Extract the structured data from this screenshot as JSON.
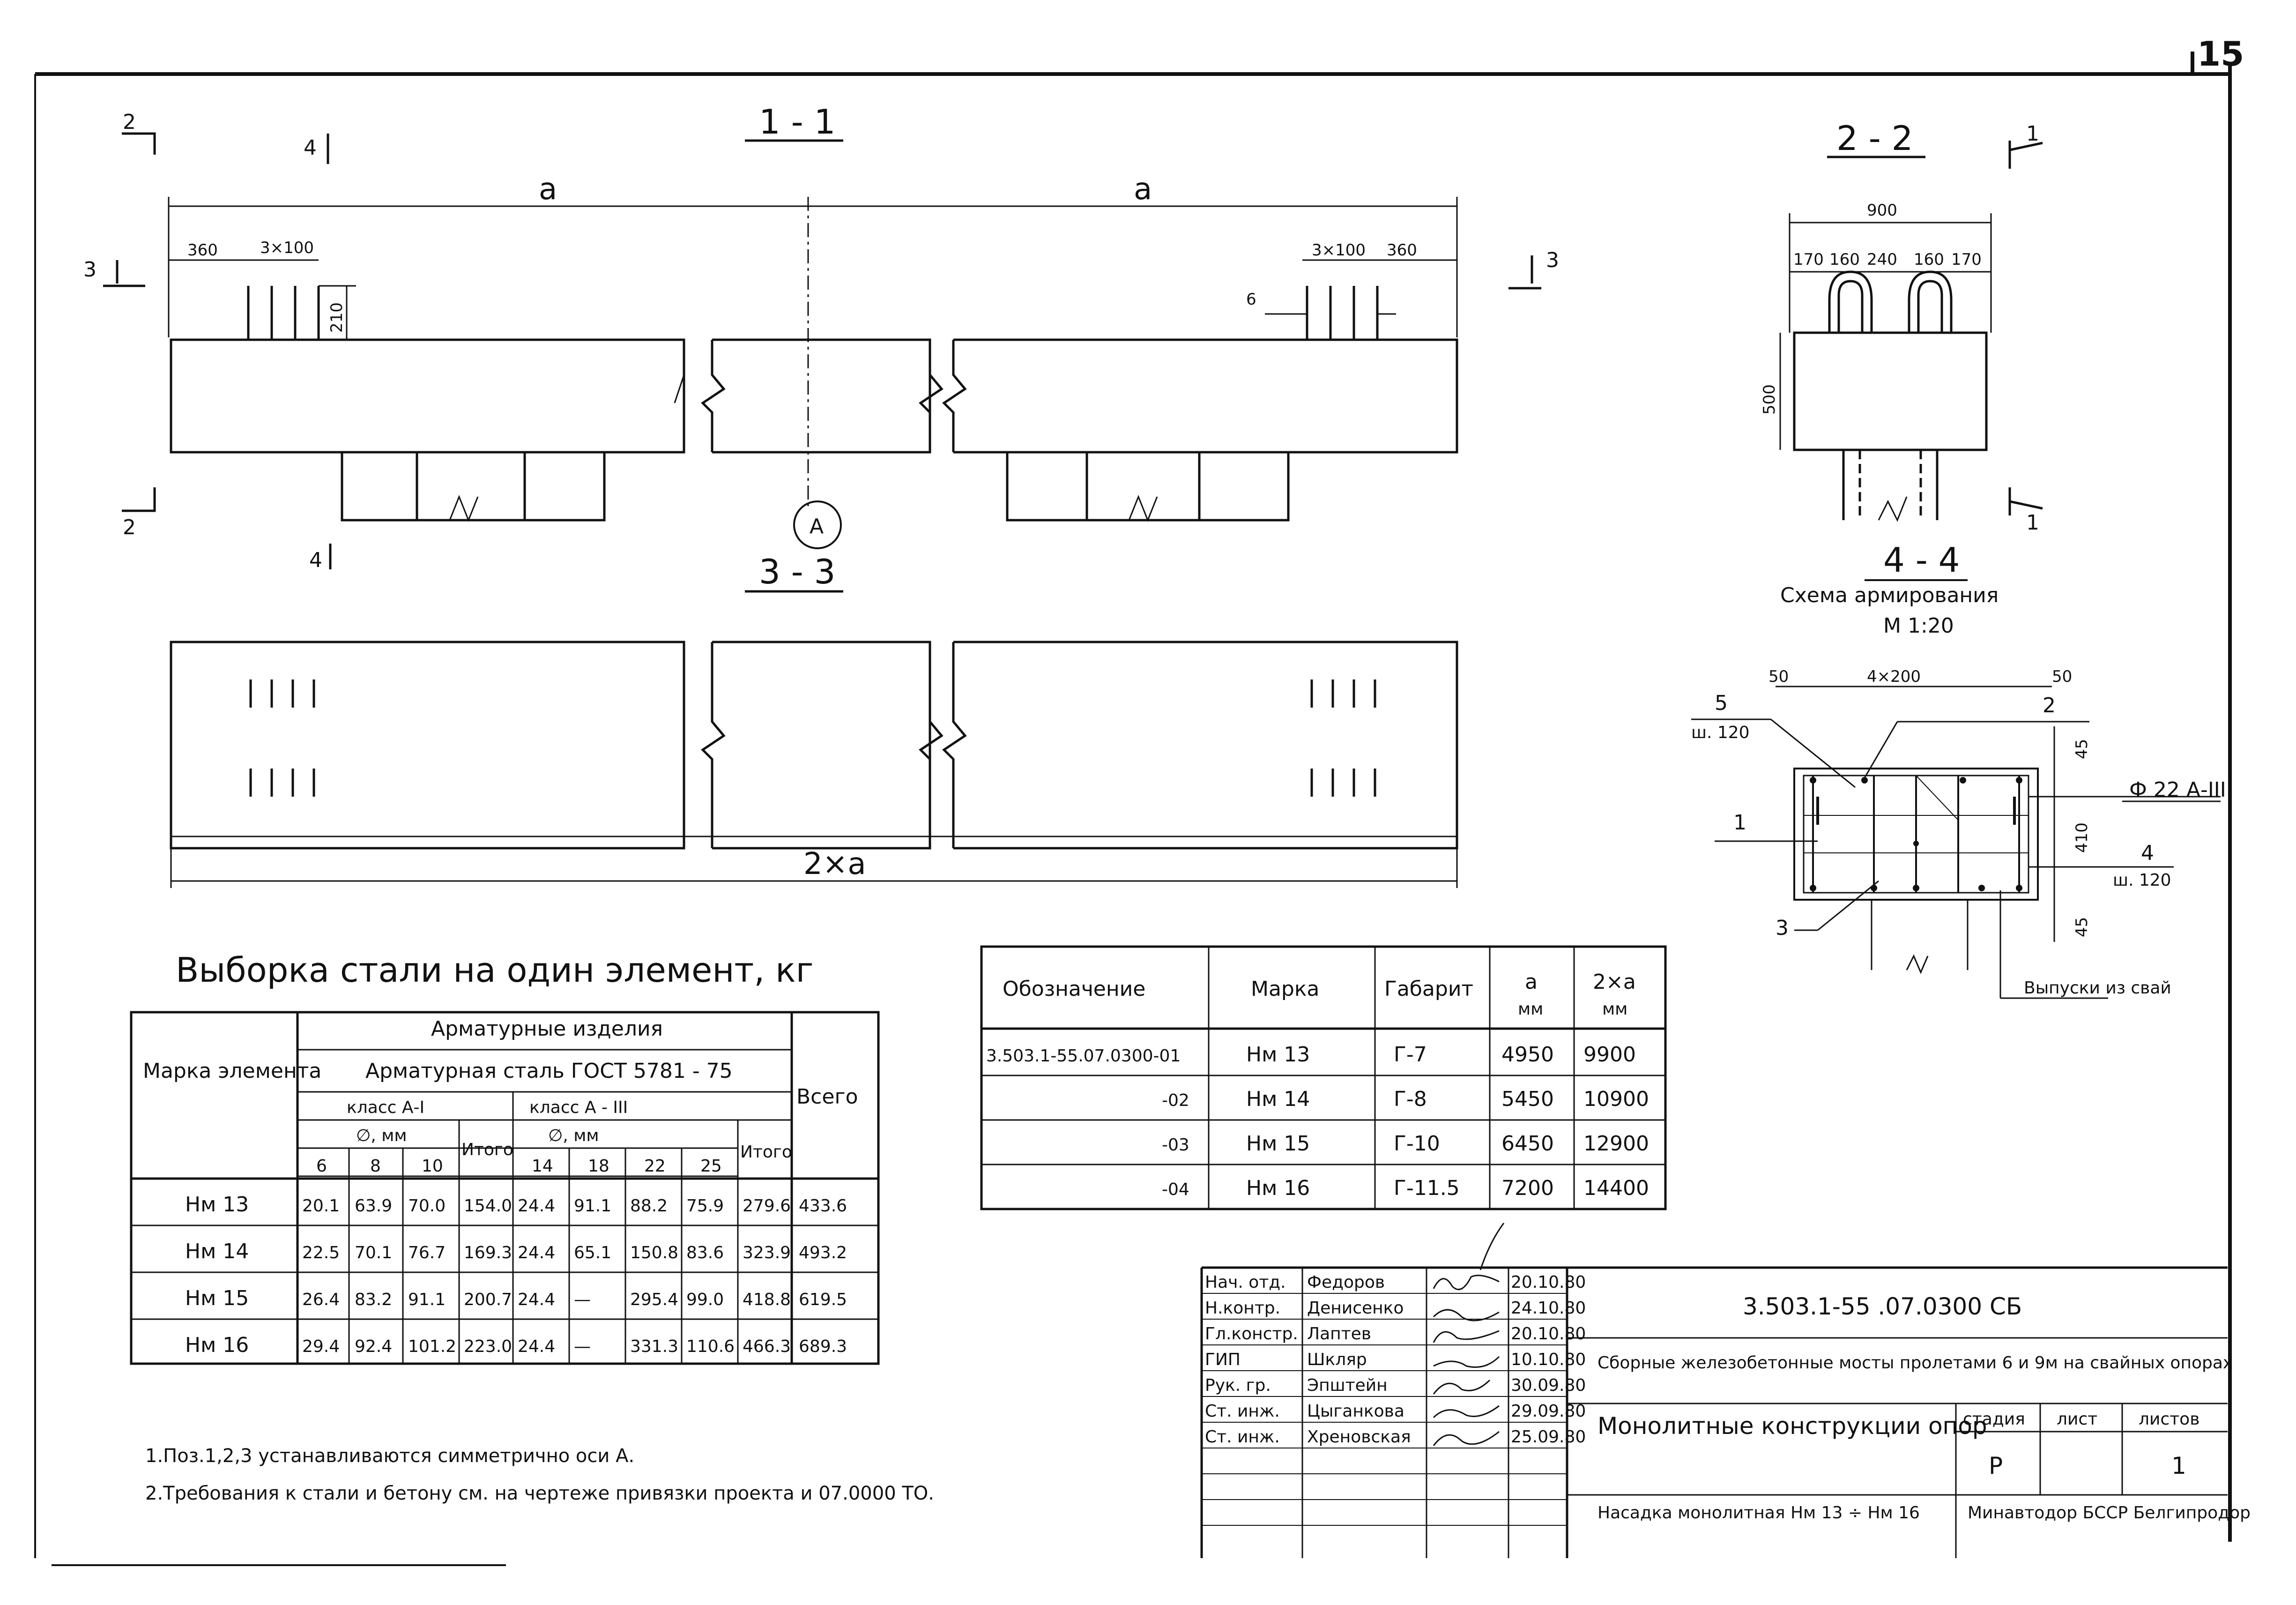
{
  "sheet_number": "15",
  "sections": {
    "s11": {
      "title": "1 - 1",
      "dim_a_left": "a",
      "dim_a_right": "a",
      "d360": "360",
      "d3x100": "3×100",
      "d210": "210",
      "d6": "6",
      "cut2": "2",
      "cut3": "3",
      "cut4": "4",
      "axis": "A"
    },
    "s33": {
      "title": "3 - 3",
      "dim_2a": "2×a"
    },
    "s22": {
      "title": "2 - 2",
      "d900": "900",
      "d170a": "170",
      "d160a": "160",
      "d240": "240",
      "d160b": "160",
      "d170b": "170",
      "d500": "500",
      "cut1": "1"
    },
    "s44": {
      "title": "4 - 4",
      "caption": "Схема армирования",
      "scale": "М 1:20",
      "d50a": "50",
      "d4x200": "4×200",
      "d50b": "50",
      "d45a": "45",
      "d410": "410",
      "d45b": "45",
      "p5": "5",
      "p5step": "ш. 120",
      "p2": "2",
      "rebar": "Ф 22 А-III",
      "p1": "1",
      "p4": "4",
      "p4step": "ш. 120",
      "p3": "3",
      "piles": "Выпуски из свай"
    }
  },
  "steel_table": {
    "title": "Выборка стали на один элемент, кг",
    "h_mark": "Марка элемента",
    "h_products": "Арматурные изделия",
    "h_steel": "Арматурная сталь ГОСТ 5781 - 75",
    "h_classA1": "класс А-I",
    "h_classA3": "класс А - III",
    "h_diam1": "∅, мм",
    "h_diam3": "∅, мм",
    "h_total1": "Итого",
    "h_total3": "Итого",
    "h_all": "Всего",
    "diams1": [
      "6",
      "8",
      "10"
    ],
    "diams3": [
      "14",
      "18",
      "22",
      "25"
    ],
    "rows": [
      [
        "Нм 13",
        "20.1",
        "63.9",
        "70.0",
        "154.0",
        "24.4",
        "91.1",
        "88.2",
        "75.9",
        "279.6",
        "433.6"
      ],
      [
        "Нм 14",
        "22.5",
        "70.1",
        "76.7",
        "169.3",
        "24.4",
        "65.1",
        "150.8",
        "83.6",
        "323.9",
        "493.2"
      ],
      [
        "Нм 15",
        "26.4",
        "83.2",
        "91.1",
        "200.7",
        "24.4",
        "—",
        "295.4",
        "99.0",
        "418.8",
        "619.5"
      ],
      [
        "Нм 16",
        "29.4",
        "92.4",
        "101.2",
        "223.0",
        "24.4",
        "—",
        "331.3",
        "110.6",
        "466.3",
        "689.3"
      ]
    ]
  },
  "types_table": {
    "headers": [
      "Обозначение",
      "Марка",
      "Габарит",
      "a",
      "2×a"
    ],
    "units": [
      "",
      "",
      "",
      "мм",
      "мм"
    ],
    "rows": [
      [
        "3.503.1-55.07.0300-01",
        "Нм 13",
        "Г-7",
        "4950",
        "9900"
      ],
      [
        "-02",
        "Нм 14",
        "Г-8",
        "5450",
        "10900"
      ],
      [
        "-03",
        "Нм 15",
        "Г-10",
        "6450",
        "12900"
      ],
      [
        "-04",
        "Нм 16",
        "Г-11.5",
        "7200",
        "14400"
      ]
    ]
  },
  "notes": [
    "1.Поз.1,2,3 устанавливаются симметрично оси А.",
    "2.Требования к стали и бетону см. на чертеже привязки проекта и 07.0000 ТО."
  ],
  "stamp": {
    "people": [
      [
        "Нач. отд.",
        "Федоров",
        "20.10.80"
      ],
      [
        "Н.контр.",
        "Денисенко",
        "24.10.80"
      ],
      [
        "Гл.констр.",
        "Лаптев",
        "20.10.80"
      ],
      [
        "ГИП",
        "Шкляр",
        "10.10.80"
      ],
      [
        "Рук. гр.",
        "Эпштейн",
        "30.09.80"
      ],
      [
        "Ст. инж.",
        "Цыганкова",
        "29.09.80"
      ],
      [
        "Ст. инж.",
        "Хреновская",
        "25.09.80"
      ]
    ],
    "code": "3.503.1-55 .07.0300 СБ",
    "project": "Сборные железобетонные мосты пролетами 6 и 9м на свайных опорах",
    "object": "Монолитные конструкции опор",
    "stage_h": "стадия",
    "sheet_h": "лист",
    "sheets_h": "листов",
    "stage": "Р",
    "sheet": "",
    "sheets": "1",
    "item": "Насадка монолитная Нм 13 ÷ Нм 16",
    "org": "Минавтодор БССР Белгипродор"
  }
}
